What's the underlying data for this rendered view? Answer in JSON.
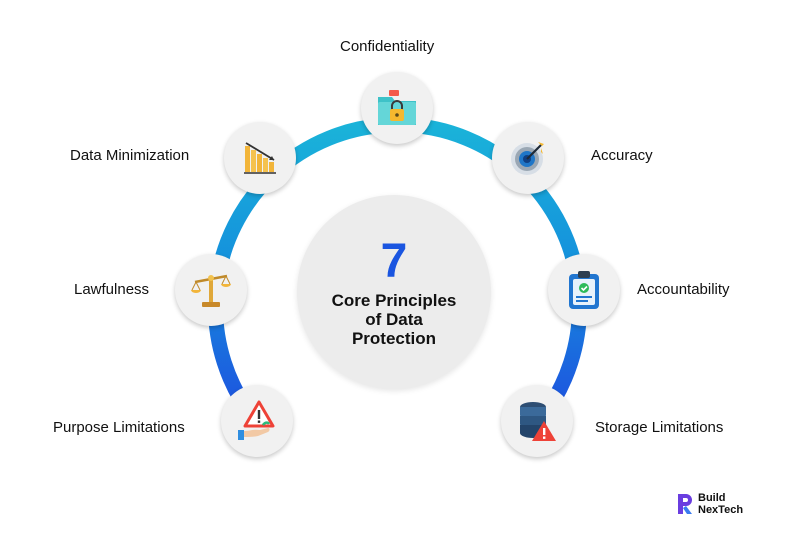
{
  "diagram": {
    "center": {
      "number": "7",
      "title": "Core Principles of Data Protection"
    },
    "principles": [
      {
        "label": "Confidentiality",
        "icon": "folder-lock-icon"
      },
      {
        "label": "Accuracy",
        "icon": "target-icon"
      },
      {
        "label": "Accountability",
        "icon": "clipboard-check-icon"
      },
      {
        "label": "Storage Limitations",
        "icon": "database-warning-icon"
      },
      {
        "label": "Purpose Limitations",
        "icon": "hand-warning-icon"
      },
      {
        "label": "Lawfulness",
        "icon": "scales-icon"
      },
      {
        "label": "Data Minimization",
        "icon": "decreasing-bars-icon"
      }
    ],
    "ring_colors": [
      "#1ab3d9",
      "#1e5ae0"
    ]
  },
  "brand": {
    "line1": "Build",
    "line2": "NexTech",
    "color": "#6a3de0"
  }
}
